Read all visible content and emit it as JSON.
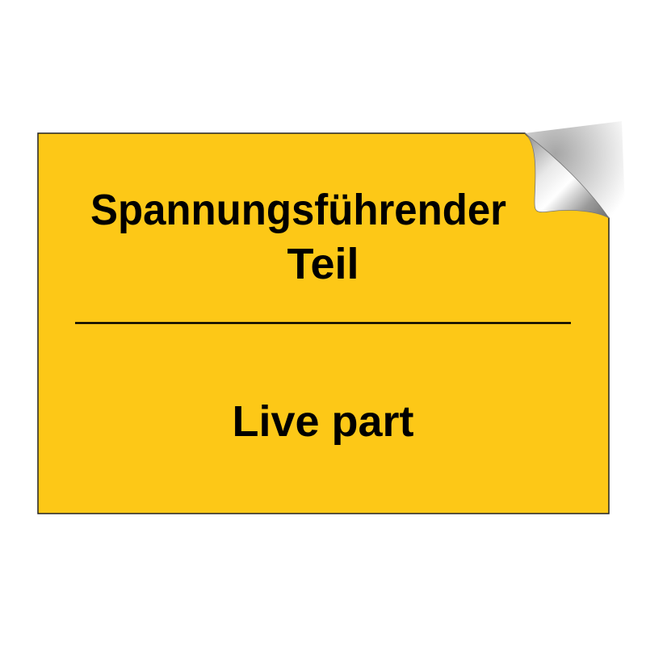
{
  "sign": {
    "background_color": "#FDC817",
    "text_color": "#000000",
    "german_line1": "Spannungsführender",
    "german_line2": "Teil",
    "english": "Live part",
    "corner": "peeled-sticker-corner"
  }
}
